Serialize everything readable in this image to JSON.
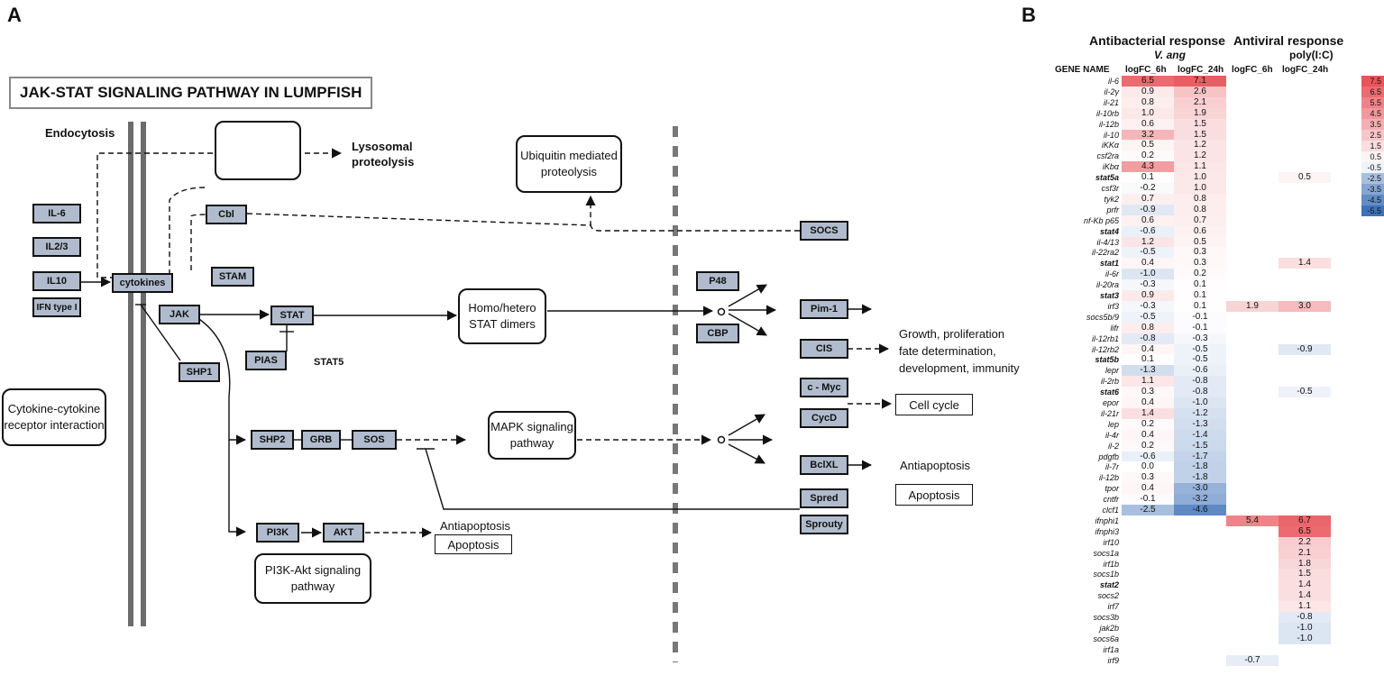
{
  "panel_a": {
    "letter": "A",
    "title": "JAK-STAT SIGNALING PATHWAY IN LUMPFISH",
    "genes": {
      "il6": "IL-6",
      "il23": "IL2/3",
      "il10": "IL10",
      "ifn": "IFN type I",
      "cytokines": "cytokines",
      "cbl": "Cbl",
      "stam": "STAM",
      "jak": "JAK",
      "stat": "STAT",
      "pias": "PIAS",
      "shp1": "SHP1",
      "shp2": "SHP2",
      "grb": "GRB",
      "sos": "SOS",
      "pi3k": "PI3K",
      "akt": "AKT",
      "p48": "P48",
      "cbp": "CBP",
      "socs": "SOCS",
      "pim1": "Pim-1",
      "cis": "CIS",
      "cmyc": "c - Myc",
      "cycd": "CycD",
      "bclxl": "BclXL",
      "spred": "Spred",
      "sprouty": "Sprouty"
    },
    "boxes": {
      "ubiquitin": "Ubiquitin mediated proteolysis",
      "dimers": "Homo/hetero STAT dimers",
      "mapk": "MAPK signaling pathway",
      "pi3kakt": "PI3K-Akt signaling pathway",
      "cytokine_receptor": "Cytokine-cytokine receptor interaction",
      "cell_cycle": "Cell cycle",
      "apoptosis_right": "Apoptosis",
      "apoptosis_bottom": "Apoptosis"
    },
    "labels": {
      "endocytosis": "Endocytosis",
      "lysosomal": "Lysosomal proteolysis",
      "stat5": "STAT5",
      "growth": "Growth, proliferation fate determination, development, immunity",
      "antiapoptosis_right": "Antiapoptosis",
      "antiapoptosis_bottom": "Antiapoptosis",
      "node_symbol": "o"
    }
  },
  "panel_b": {
    "letter": "B",
    "antibacterial_header": "Antibacterial response",
    "antibacterial_sub": "V. ang",
    "antiviral_header": "Antiviral response",
    "antiviral_sub": "poly(I:C)",
    "gene_name_header": "GENE NAME",
    "column_headers": [
      "logFC_6h",
      "logFC_24h",
      "logFC_6h",
      "logFC_24h"
    ],
    "rows": [
      {
        "gene": "il-6",
        "bold": false,
        "v": [
          6.5,
          7.1,
          null,
          null
        ]
      },
      {
        "gene": "il-2γ",
        "bold": false,
        "v": [
          0.9,
          2.6,
          null,
          null
        ]
      },
      {
        "gene": "il-21",
        "bold": false,
        "v": [
          0.8,
          2.1,
          null,
          null
        ]
      },
      {
        "gene": "il-10rb",
        "bold": false,
        "v": [
          1.0,
          1.9,
          null,
          null
        ]
      },
      {
        "gene": "il-12b",
        "bold": false,
        "v": [
          0.6,
          1.5,
          null,
          null
        ]
      },
      {
        "gene": "il-10",
        "bold": false,
        "v": [
          3.2,
          1.5,
          null,
          null
        ]
      },
      {
        "gene": "iKKα",
        "bold": false,
        "v": [
          0.5,
          1.2,
          null,
          null
        ]
      },
      {
        "gene": "csf2ra",
        "bold": false,
        "v": [
          0.2,
          1.2,
          null,
          null
        ]
      },
      {
        "gene": "iKbα",
        "bold": false,
        "v": [
          4.3,
          1.1,
          null,
          null
        ]
      },
      {
        "gene": "stat5a",
        "bold": true,
        "v": [
          0.1,
          1.0,
          null,
          0.5
        ]
      },
      {
        "gene": "csf3r",
        "bold": false,
        "v": [
          -0.2,
          1.0,
          null,
          null
        ]
      },
      {
        "gene": "tyk2",
        "bold": false,
        "v": [
          0.7,
          0.8,
          null,
          null
        ]
      },
      {
        "gene": "prfr",
        "bold": false,
        "v": [
          -0.9,
          0.8,
          null,
          null
        ]
      },
      {
        "gene": "nf-Kb p65",
        "bold": false,
        "v": [
          0.6,
          0.7,
          null,
          null
        ]
      },
      {
        "gene": "stat4",
        "bold": true,
        "v": [
          -0.6,
          0.6,
          null,
          null
        ]
      },
      {
        "gene": "il-4/13",
        "bold": false,
        "v": [
          1.2,
          0.5,
          null,
          null
        ]
      },
      {
        "gene": "il-22ra2",
        "bold": false,
        "v": [
          -0.5,
          0.3,
          null,
          null
        ]
      },
      {
        "gene": "stat1",
        "bold": true,
        "v": [
          0.4,
          0.3,
          null,
          1.4
        ]
      },
      {
        "gene": "il-6r",
        "bold": false,
        "v": [
          -1.0,
          0.2,
          null,
          null
        ]
      },
      {
        "gene": "il-20ra",
        "bold": false,
        "v": [
          -0.3,
          0.1,
          null,
          null
        ]
      },
      {
        "gene": "stat3",
        "bold": true,
        "v": [
          0.9,
          0.1,
          null,
          null
        ]
      },
      {
        "gene": "irf3",
        "bold": false,
        "v": [
          -0.3,
          0.1,
          1.9,
          3.0
        ]
      },
      {
        "gene": "socs5b/9",
        "bold": false,
        "v": [
          -0.5,
          -0.1,
          null,
          null
        ]
      },
      {
        "gene": "lifr",
        "bold": false,
        "v": [
          0.8,
          -0.1,
          null,
          null
        ]
      },
      {
        "gene": "il-12rb1",
        "bold": false,
        "v": [
          -0.8,
          -0.3,
          null,
          null
        ]
      },
      {
        "gene": "il-12rb2",
        "bold": false,
        "v": [
          0.4,
          -0.5,
          null,
          -0.9
        ]
      },
      {
        "gene": "stat5b",
        "bold": true,
        "v": [
          0.1,
          -0.5,
          null,
          null
        ]
      },
      {
        "gene": "lepr",
        "bold": false,
        "v": [
          -1.3,
          -0.6,
          null,
          null
        ]
      },
      {
        "gene": "il-2rb",
        "bold": false,
        "v": [
          1.1,
          -0.8,
          null,
          null
        ]
      },
      {
        "gene": "stat6",
        "bold": true,
        "v": [
          0.3,
          -0.8,
          null,
          -0.5
        ]
      },
      {
        "gene": "epor",
        "bold": false,
        "v": [
          0.4,
          -1.0,
          null,
          null
        ]
      },
      {
        "gene": "il-21r",
        "bold": false,
        "v": [
          1.4,
          -1.2,
          null,
          null
        ]
      },
      {
        "gene": "lep",
        "bold": false,
        "v": [
          0.2,
          -1.3,
          null,
          null
        ]
      },
      {
        "gene": "il-4r",
        "bold": false,
        "v": [
          0.4,
          -1.4,
          null,
          null
        ]
      },
      {
        "gene": "il-2",
        "bold": false,
        "v": [
          0.2,
          -1.5,
          null,
          null
        ]
      },
      {
        "gene": "pdgfb",
        "bold": false,
        "v": [
          -0.6,
          -1.7,
          null,
          null
        ]
      },
      {
        "gene": "il-7r",
        "bold": false,
        "v": [
          0.0,
          -1.8,
          null,
          null
        ]
      },
      {
        "gene": "il-12b",
        "bold": false,
        "v": [
          0.3,
          -1.8,
          null,
          null
        ]
      },
      {
        "gene": "tpor",
        "bold": false,
        "v": [
          0.4,
          -3.0,
          null,
          null
        ]
      },
      {
        "gene": "cntfr",
        "bold": false,
        "v": [
          -0.1,
          -3.2,
          null,
          null
        ]
      },
      {
        "gene": "clcf1",
        "bold": false,
        "v": [
          -2.5,
          -4.6,
          null,
          null
        ]
      },
      {
        "gene": "ifnphi1",
        "bold": false,
        "v": [
          null,
          null,
          5.4,
          6.7
        ]
      },
      {
        "gene": "ifnphi3",
        "bold": false,
        "v": [
          null,
          null,
          null,
          6.5
        ]
      },
      {
        "gene": "irf10",
        "bold": false,
        "v": [
          null,
          null,
          null,
          2.2
        ]
      },
      {
        "gene": "socs1a",
        "bold": false,
        "v": [
          null,
          null,
          null,
          2.1
        ]
      },
      {
        "gene": "irf1b",
        "bold": false,
        "v": [
          null,
          null,
          null,
          1.8
        ]
      },
      {
        "gene": "socs1b",
        "bold": false,
        "v": [
          null,
          null,
          null,
          1.5
        ]
      },
      {
        "gene": "stat2",
        "bold": true,
        "v": [
          null,
          null,
          null,
          1.4
        ]
      },
      {
        "gene": "socs2",
        "bold": false,
        "v": [
          null,
          null,
          null,
          1.4
        ]
      },
      {
        "gene": "irf7",
        "bold": false,
        "v": [
          null,
          null,
          null,
          1.1
        ]
      },
      {
        "gene": "socs3b",
        "bold": false,
        "v": [
          null,
          null,
          null,
          -0.8
        ]
      },
      {
        "gene": "jak2b",
        "bold": false,
        "v": [
          null,
          null,
          null,
          -1.0
        ]
      },
      {
        "gene": "socs6a",
        "bold": false,
        "v": [
          null,
          null,
          null,
          -1.0
        ]
      },
      {
        "gene": "irf1a",
        "bold": false,
        "v": [
          null,
          null,
          null,
          null
        ]
      },
      {
        "gene": "irf9",
        "bold": false,
        "v": [
          null,
          null,
          -0.7,
          null
        ]
      }
    ],
    "legend": [
      "7.5",
      "6.5",
      "5.5",
      "4.5",
      "3.5",
      "2.5",
      "1.5",
      "0.5",
      "-0.5",
      "-2.5",
      "-3.5",
      "-4.5",
      "-5.5"
    ],
    "colors": {
      "positive": "#e8545a",
      "negative": "#3f72b8",
      "neutral": "#ffffff"
    }
  }
}
